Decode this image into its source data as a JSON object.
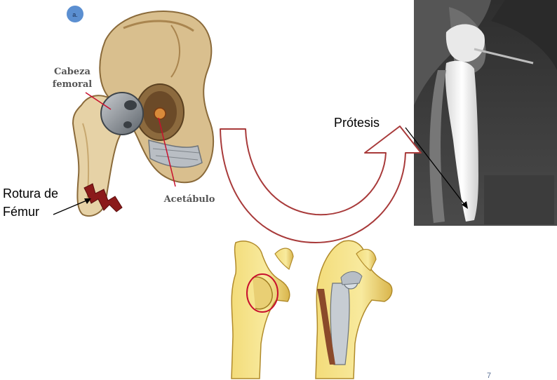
{
  "anatomy_panel": {
    "badge": "a.",
    "label_head": "Cabeza femoral",
    "label_head_line1": "Cabeza",
    "label_head_line2": "femoral",
    "label_acetabulum": "Acetábulo"
  },
  "fracture_label": {
    "line1": "Rotura de",
    "line2": "Fémur"
  },
  "prosthesis_label": "Prótesis",
  "slide_number": "7",
  "colors": {
    "fracture_mark": "#8b1a1a",
    "curved_arrow": "#a83a3a",
    "bone": "#e8d49a",
    "xray_bg": "#3a3a3a",
    "badge": "#5b8fd1"
  }
}
